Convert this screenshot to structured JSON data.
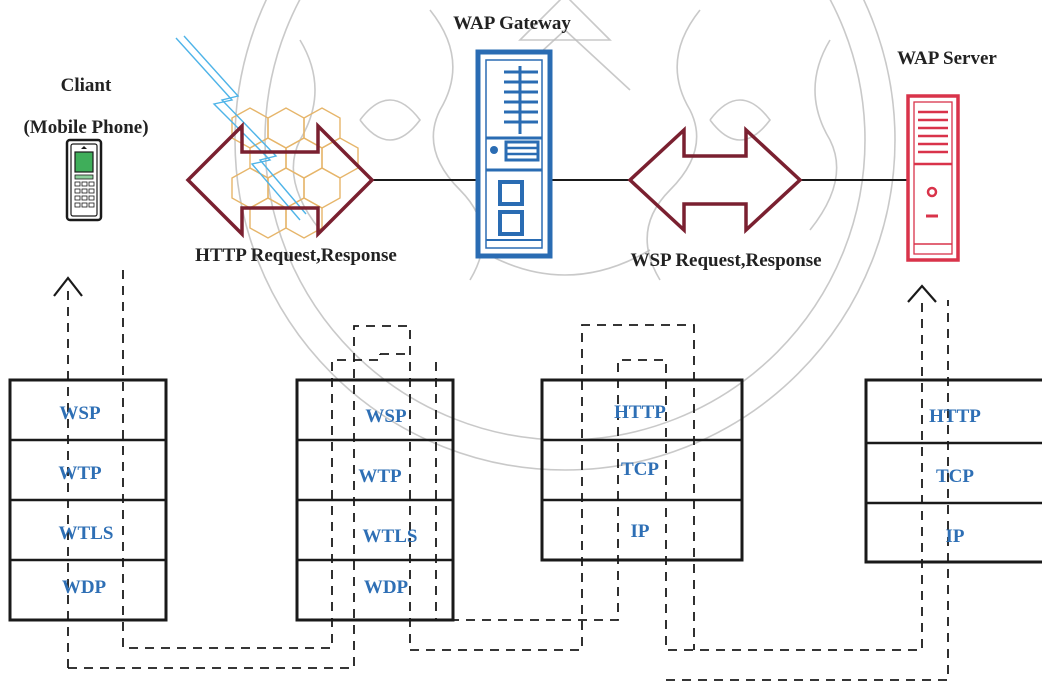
{
  "labels": {
    "gateway": "WAP Gateway",
    "server": "WAP Server",
    "client_line1": "Cliant",
    "client_line2": "(Mobile Phone)",
    "http_link": "HTTP Request,Response",
    "wsp_link": "WSP Request,Response"
  },
  "stacks": {
    "client": [
      "WSP",
      "WTP",
      "WTLS",
      "WDP"
    ],
    "gateway_wap": [
      "WSP",
      "WTP",
      "WTLS",
      "WDP"
    ],
    "gateway_web": [
      "HTTP",
      "TCP",
      "IP"
    ],
    "server": [
      "HTTP",
      "TCP",
      "IP"
    ]
  },
  "colors": {
    "layer_text": "#2e6fb5",
    "gateway_icon": "#2a6cb3",
    "server_icon": "#d9334a",
    "arrow_outline": "#7a2030",
    "phone_screen": "#3fae5a",
    "lightning": "#4fb4e8",
    "hex_network": "#e6b56a",
    "watermark": "#bcbcbc"
  },
  "icons": {
    "client": "mobile-phone-icon",
    "gateway": "gateway-tower-icon",
    "server": "server-tower-icon",
    "arrows": "double-arrow-icon",
    "lightning": "lightning-icon"
  }
}
